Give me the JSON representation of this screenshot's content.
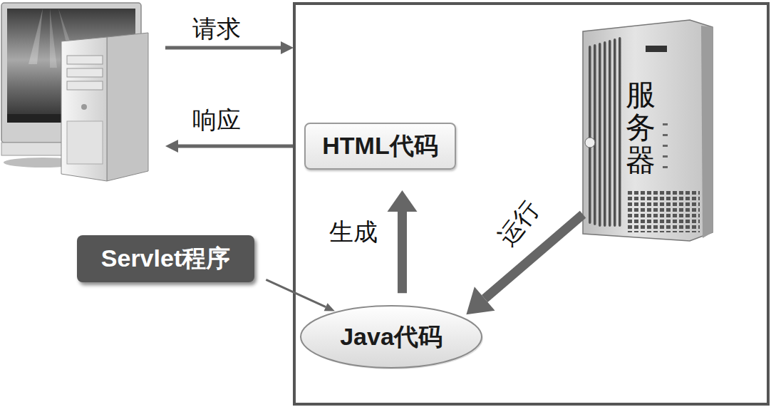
{
  "diagram": {
    "nodes": [
      {
        "text": [
          "HTML代码"
        ]
      },
      {
        "text": [
          "服务器"
        ]
      },
      {
        "text": [
          "Servlet程序"
        ]
      },
      {
        "text": [
          "Java代码"
        ]
      }
    ],
    "edges": [
      {
        "from": 1,
        "to": 3,
        "label": "运行",
        "arrow": "to"
      },
      {
        "from": 3,
        "to": 0,
        "label": "生成",
        "arrow": "to"
      },
      {
        "from": 2,
        "to": 3,
        "arrow": "to"
      }
    ],
    "labels": [
      "请求",
      "响应"
    ]
  }
}
